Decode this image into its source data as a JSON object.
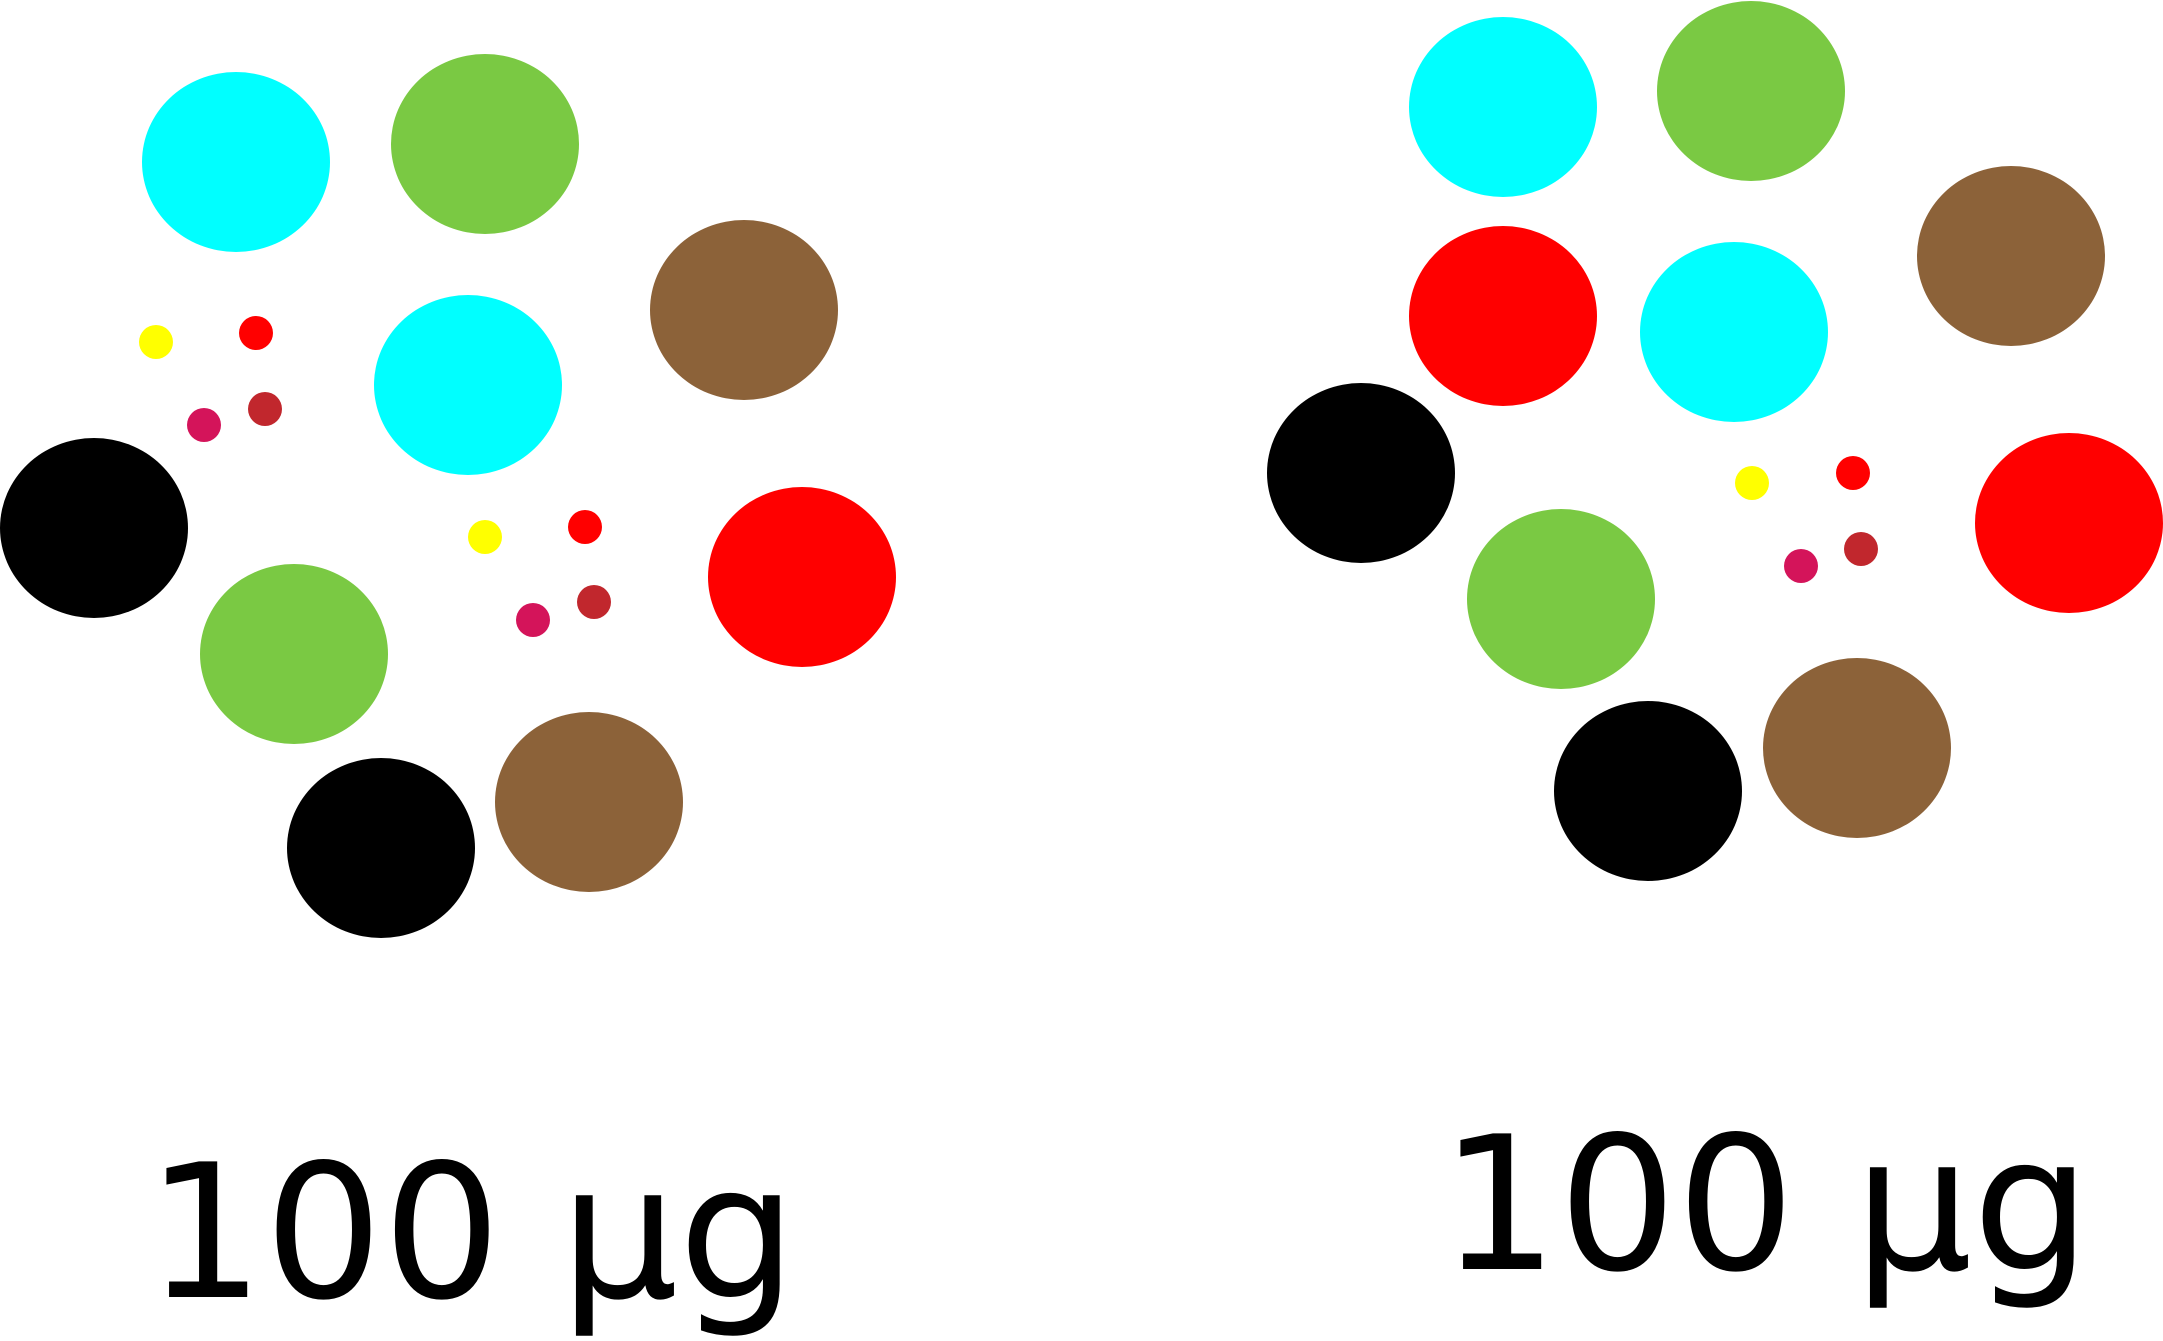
{
  "colors": {
    "cyan": "#00FFFF",
    "green": "#7AC943",
    "brown": "#8C6239",
    "black": "#000000",
    "red": "#FF0000",
    "yellow": "#FFFF00",
    "crimson": "#D4145A",
    "darkred": "#C1272D",
    "dot_red": "#FF0000"
  },
  "groups": [
    {
      "label": "100 μg",
      "spots_large": [
        "cyan",
        "green",
        "brown",
        "cyan",
        "black",
        "red",
        "green",
        "black",
        "brown"
      ],
      "spots_small": [
        "yellow",
        "dot_red",
        "crimson",
        "darkred",
        "yellow",
        "dot_red",
        "crimson",
        "darkred"
      ]
    },
    {
      "label": "100 μg",
      "spots_large": [
        "cyan",
        "green",
        "brown",
        "red",
        "cyan",
        "black",
        "red",
        "green",
        "black",
        "brown"
      ],
      "spots_small": [
        "yellow",
        "dot_red",
        "crimson",
        "darkred"
      ]
    }
  ]
}
